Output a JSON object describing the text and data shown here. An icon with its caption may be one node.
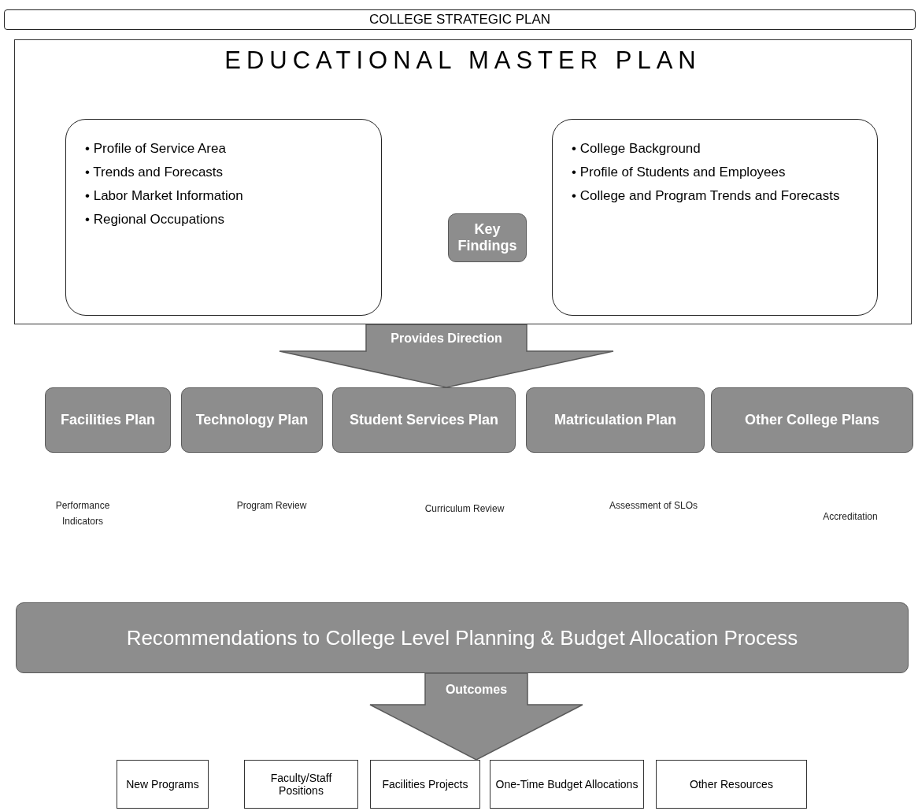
{
  "diagram": {
    "nodes": [
      {
        "text": [
          "COLLEGE STRATEGIC PLAN"
        ]
      },
      {
        "text": [
          "EDUCATIONAL MASTER PLAN"
        ]
      },
      {
        "text": [
          "• Profile of Service Area",
          "• Trends and Forecasts",
          "• Labor Market Information",
          "• Regional Occupations"
        ],
        "in": 1
      },
      {
        "text": [
          "Key Findings"
        ],
        "in": 1
      },
      {
        "text": [
          "• College Background",
          "• Profile of Students and Employees",
          "• College and Program Trends and Forecasts"
        ],
        "in": 1
      },
      {
        "text": [
          "Facilities Plan"
        ]
      },
      {
        "text": [
          "Technology Plan"
        ]
      },
      {
        "text": [
          "Student Services Plan"
        ]
      },
      {
        "text": [
          "Matriculation Plan"
        ]
      },
      {
        "text": [
          "Other College Plans"
        ]
      },
      {
        "text": [
          "Recommendations to College Level Planning & Budget Allocation Process"
        ]
      },
      {
        "text": [
          "New Programs"
        ]
      },
      {
        "text": [
          "Faculty/Staff Positions"
        ]
      },
      {
        "text": [
          "Facilities Projects"
        ]
      },
      {
        "text": [
          "One-Time Budget Allocations"
        ]
      },
      {
        "text": [
          "Other Resources"
        ]
      }
    ],
    "edges": [
      {
        "from": 1,
        "to": 7,
        "arrow": "to",
        "label": "Provides Direction"
      },
      {
        "from": 10,
        "to": 13,
        "arrow": "to",
        "label": "Outcomes"
      }
    ],
    "labels": [
      "Performance Indicators",
      "Program Review",
      "Curriculum Review",
      "Assessment of SLOs",
      "Accreditation"
    ]
  }
}
